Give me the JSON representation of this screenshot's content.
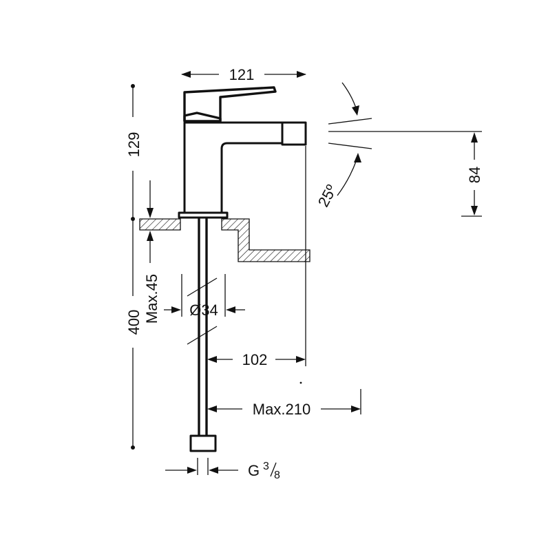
{
  "dimensions": {
    "width_top": "121",
    "height_upper": "129",
    "spray_height": "84",
    "spray_angle": "25º",
    "max_thickness": "Max.45",
    "hole_diameter": "Ø34",
    "total_length": "400",
    "reach": "102",
    "max_reach": "Max.210",
    "thread": "G",
    "thread_num": "3",
    "thread_den": "8"
  }
}
